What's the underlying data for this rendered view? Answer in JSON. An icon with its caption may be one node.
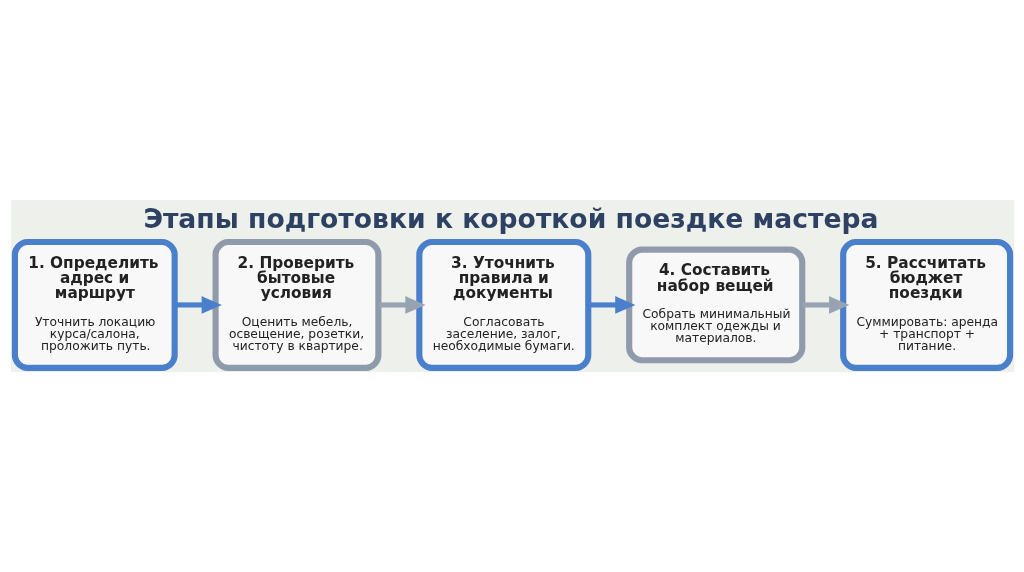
{
  "diagram": {
    "title": "Этапы подготовки к короткой поездке мастера",
    "nodes": [
      {
        "text": [
          "1. Определить адрес и маршрут",
          "Уточнить локацию курса/салона, проложить путь."
        ]
      },
      {
        "text": [
          "2. Проверить бытовые условия",
          "Оценить мебель, освещение, розетки, чистоту в квартире."
        ]
      },
      {
        "text": [
          "3. Уточнить правила и документы",
          "Согласовать заселение, залог, необходимые бумаги."
        ]
      },
      {
        "text": [
          "4. Составить набор вещей",
          "Собрать минимальный комплект одежды и материалов."
        ]
      },
      {
        "text": [
          "5. Рассчитать бюджет поездки",
          "Суммировать: аренда + транспорт + питание."
        ]
      }
    ],
    "edges": [
      {
        "from": 0,
        "to": 1,
        "arrow": "to",
        "color": "#4a7fcb"
      },
      {
        "from": 1,
        "to": 2,
        "arrow": "to",
        "color": "#97a3b0"
      },
      {
        "from": 2,
        "to": 3,
        "arrow": "to",
        "color": "#4a7fcb"
      },
      {
        "from": 3,
        "to": 4,
        "arrow": "to",
        "color": "#97a3b0"
      }
    ]
  }
}
